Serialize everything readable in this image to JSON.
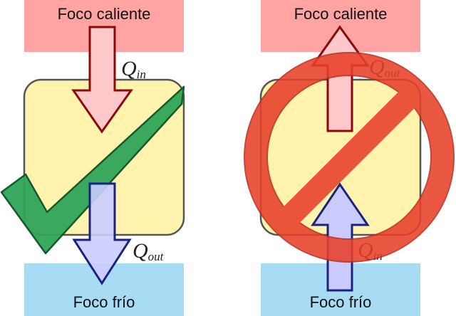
{
  "left_panel": {
    "hot_source_label": "Foco caliente",
    "cold_source_label": "Foco frío",
    "heat_in": {
      "symbol": "Q",
      "subscript": "in"
    },
    "heat_out": {
      "symbol": "Q",
      "subscript": "out"
    },
    "verdict_icon": "checkmark-icon"
  },
  "right_panel": {
    "hot_source_label": "Foco caliente",
    "cold_source_label": "Foco frío",
    "heat_out": {
      "symbol": "Q",
      "subscript": "out"
    },
    "heat_in": {
      "symbol": "Q",
      "subscript": "in"
    },
    "verdict_icon": "prohibited-icon"
  },
  "colors": {
    "hot_source": "#FFA3A3",
    "cold_source": "#A8DCF5",
    "engine_fill": "#FFF3AD",
    "engine_stroke": "#555555",
    "heat_arrow_hot_fill": "#FFC9CC",
    "heat_arrow_hot_stroke": "#8B0A0A",
    "heat_arrow_cold_fill": "#CACCFF",
    "heat_arrow_cold_stroke": "#1C2280",
    "checkmark_fill": "#2FA45A",
    "checkmark_stroke": "#145A2A",
    "prohibited_fill": "#E8402A",
    "prohibited_stroke": "#B8301E"
  }
}
